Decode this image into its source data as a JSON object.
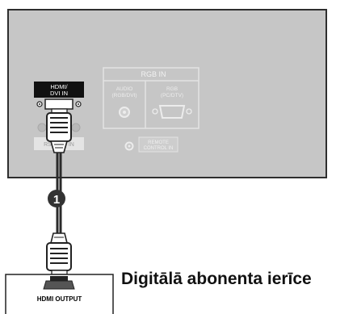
{
  "tv_panel": {
    "hdmi_label_line1": "HDMI/",
    "hdmi_label_line2": "DVI IN",
    "rgb_in_label": "RGB IN",
    "audio_label_line1": "AUDIO",
    "audio_label_line2": "(RGB/DVI)",
    "rgb_label_line1": "RGB",
    "rgb_label_line2": "(PC/DTV)",
    "remote_label_line1": "REMOTE",
    "remote_label_line2": "CONTROL IN",
    "rs232_label": "RS-232C IN"
  },
  "step_marker": "1",
  "device": {
    "port_label": "HDMI OUTPUT",
    "caption": "Digitālā abonenta ierīce"
  },
  "colors": {
    "panel_fill": "#c6c6c6",
    "panel_border": "#333333",
    "cable": "#333333",
    "marker": "#333333"
  }
}
